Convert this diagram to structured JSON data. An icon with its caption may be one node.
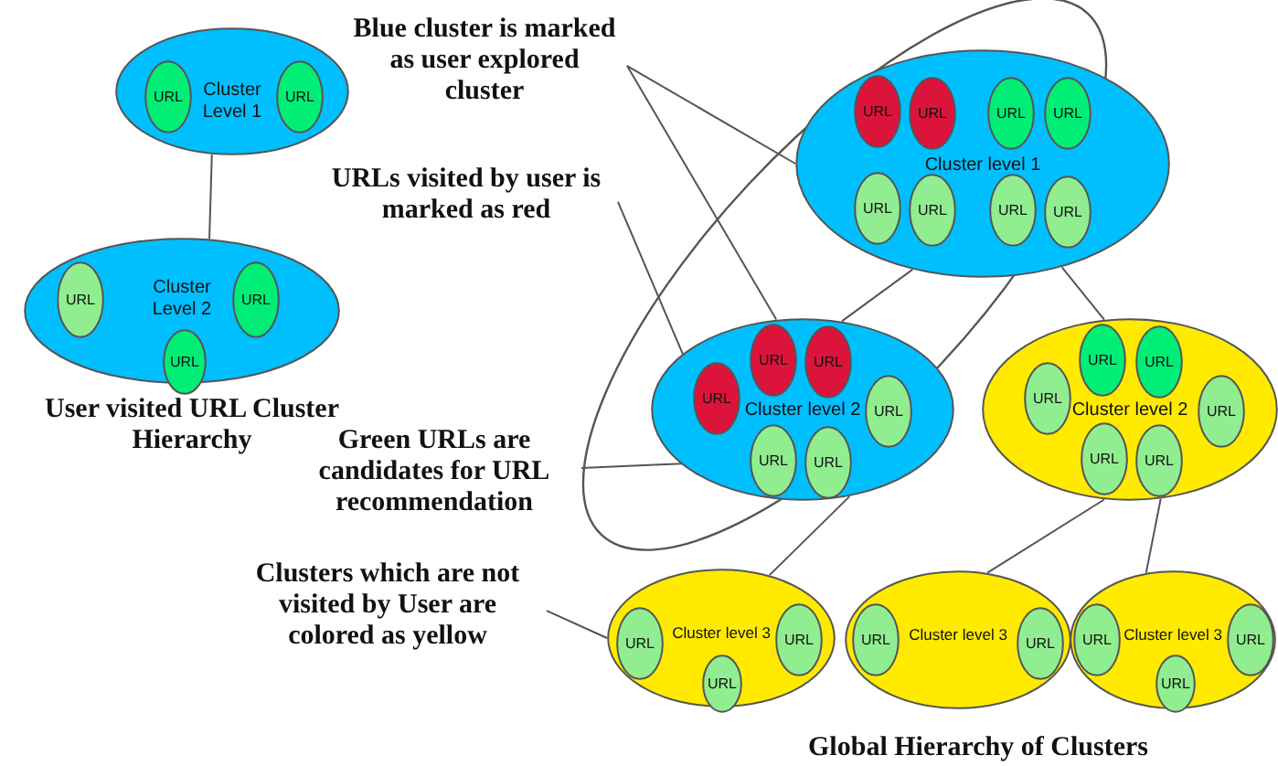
{
  "diagram": {
    "nodes": [
      {
        "text": [
          "Cluster Level 1"
        ]
      },
      {
        "text": [
          "URL"
        ],
        "in": 0
      },
      {
        "text": [
          "URL"
        ],
        "in": 0
      },
      {
        "text": [
          "Cluster Level 2"
        ]
      },
      {
        "text": [
          "URL"
        ],
        "in": 3
      },
      {
        "text": [
          "URL"
        ],
        "in": 3
      },
      {
        "text": [
          "URL"
        ],
        "in": 3
      },
      {
        "text": [
          "Cluster level 1"
        ]
      },
      {
        "text": [
          "URL"
        ],
        "in": 7
      },
      {
        "text": [
          "URL"
        ],
        "in": 7
      },
      {
        "text": [
          "URL"
        ],
        "in": 7
      },
      {
        "text": [
          "URL"
        ],
        "in": 7
      },
      {
        "text": [
          "URL"
        ],
        "in": 7
      },
      {
        "text": [
          "URL"
        ],
        "in": 7
      },
      {
        "text": [
          "URL"
        ],
        "in": 7
      },
      {
        "text": [
          "URL"
        ],
        "in": 7
      },
      {
        "text": [
          "Cluster level 2"
        ]
      },
      {
        "text": [
          "URL"
        ],
        "in": 16
      },
      {
        "text": [
          "URL"
        ],
        "in": 16
      },
      {
        "text": [
          "URL"
        ],
        "in": 16
      },
      {
        "text": [
          "URL"
        ],
        "in": 16
      },
      {
        "text": [
          "URL"
        ],
        "in": 16
      },
      {
        "text": [
          "URL"
        ],
        "in": 16
      },
      {
        "text": [
          "Cluster level 2"
        ]
      },
      {
        "text": [
          "URL"
        ],
        "in": 23
      },
      {
        "text": [
          "URL"
        ],
        "in": 23
      },
      {
        "text": [
          "URL"
        ],
        "in": 23
      },
      {
        "text": [
          "URL"
        ],
        "in": 23
      },
      {
        "text": [
          "URL"
        ],
        "in": 23
      },
      {
        "text": [
          "URL"
        ],
        "in": 23
      },
      {
        "text": [
          "Cluster level 3"
        ]
      },
      {
        "text": [
          "URL"
        ],
        "in": 30
      },
      {
        "text": [
          "URL"
        ],
        "in": 30
      },
      {
        "text": [
          "URL"
        ],
        "in": 30
      },
      {
        "text": [
          "Cluster level 3"
        ]
      },
      {
        "text": [
          "URL"
        ],
        "in": 34
      },
      {
        "text": [
          "URL"
        ],
        "in": 34
      },
      {
        "text": [
          "Cluster level 3"
        ]
      },
      {
        "text": [
          "URL"
        ],
        "in": 37
      },
      {
        "text": [
          "URL"
        ],
        "in": 37
      },
      {
        "text": [
          "URL"
        ],
        "in": 37
      },
      {
        "text": [
          "Blue cluster is marked as user explored cluster"
        ]
      },
      {
        "text": [
          "URLs visited by user is marked as red"
        ]
      },
      {
        "text": [
          "Green URLs are candidates for URL recommendation"
        ]
      },
      {
        "text": [
          "Clusters which are not visited by User are colored as yellow"
        ]
      }
    ],
    "edges": [
      {
        "from": 0,
        "to": 3,
        "arrow": "none"
      },
      {
        "from": 41,
        "to": 7,
        "arrow": "none"
      },
      {
        "from": 41,
        "to": 16,
        "arrow": "none"
      },
      {
        "from": 42,
        "to": 17,
        "arrow": "none"
      },
      {
        "from": 43,
        "to": 21,
        "arrow": "none"
      },
      {
        "from": 44,
        "to": 30,
        "arrow": "none"
      },
      {
        "from": 7,
        "to": 16,
        "arrow": "none"
      },
      {
        "from": 7,
        "to": 23,
        "arrow": "none"
      },
      {
        "from": 16,
        "to": 30,
        "arrow": "none"
      },
      {
        "from": 23,
        "to": 34,
        "arrow": "none"
      },
      {
        "from": 23,
        "to": 37,
        "arrow": "none"
      }
    ],
    "labels": [
      "User visited URL Cluster Hierarchy",
      "Global Hierarchy of Clusters"
    ]
  }
}
